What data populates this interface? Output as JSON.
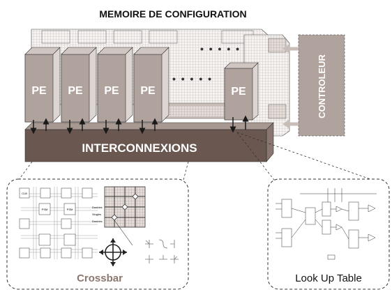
{
  "title": "MEMOIRE DE CONFIGURATION",
  "pe_label": "PE",
  "ellipsis": "• • • • •",
  "controller_label": "CONTROLEUR",
  "interconnect_label": "INTERCONNEXIONS",
  "crossbar_panel": {
    "caption": "Crossbar",
    "clb_label": "CLB",
    "psm_label": "PSM",
    "line_labels": [
      "Doubles",
      "Singles",
      "Doubles"
    ]
  },
  "lut_panel": {
    "caption": "Look Up Table"
  },
  "colors": {
    "pe_face": "#b0a39d",
    "pe_side": "#ddd5d1",
    "bar_front": "#6a5750",
    "bar_top": "#a89892",
    "controller_text": "#ffffff",
    "crossbar_caption": "#8c7770"
  }
}
